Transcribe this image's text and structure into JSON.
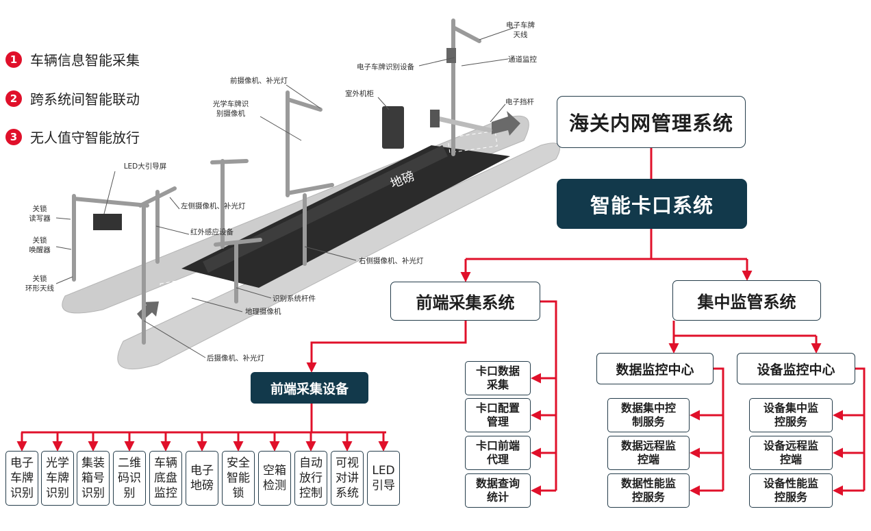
{
  "colors": {
    "accent": "#e0102a",
    "dark_node": "#12394b",
    "border": "#243c4a",
    "platform": "#cdcdcd",
    "road": "#2b2b2b"
  },
  "features": [
    {
      "number": "1",
      "label": "车辆信息智能采集"
    },
    {
      "number": "2",
      "label": "跨系统间智能联动"
    },
    {
      "number": "3",
      "label": "无人值守智能放行"
    }
  ],
  "scene": {
    "labels": {
      "antenna": "电子车牌\n天线",
      "plate_reader": "电子车牌识别设备",
      "channel_monitor": "通道监控",
      "front_camera": "前摄像机、补光灯",
      "optical_plate": "光学车牌识\n别摄像机",
      "cabinet": "室外机柜",
      "barrier": "电子挡杆",
      "led_screen": "LED大引导屏",
      "lock_reader": "关锁\n读写器",
      "lock_waker": "关锁\n唤醒器",
      "lock_antenna": "关锁\n环形天线",
      "left_camera": "左侧摄像机、补光灯",
      "infrared": "红外感应设备",
      "right_camera": "右侧摄像机、补光灯",
      "pole": "识别系统杆件",
      "ground_camera": "地理摄像机",
      "rear_camera": "后摄像机、补光灯",
      "scale": "地磅"
    }
  },
  "diagram": {
    "customs": "海关内网管理系统",
    "checkpoint": "智能卡口系统",
    "frontend": "前端采集系统",
    "central": "集中监管系统",
    "frontend_devices": "前端采集设备",
    "devices": [
      "电子\n车牌\n识别",
      "光学\n车牌\n识别",
      "集装\n箱号\n识别",
      "二维\n码识\n别",
      "车辆\n底盘\n监控",
      "电子\n地磅",
      "安全\n智能\n锁",
      "空箱\n检测",
      "自动\n放行\n控制",
      "可视\n对讲\n系统",
      "LED\n引导"
    ],
    "frontend_functions": [
      "卡口数据\n采集",
      "卡口配置\n管理",
      "卡口前端\n代理",
      "数据查询\n统计"
    ],
    "data_center": "数据监控中心",
    "device_center": "设备监控中心",
    "data_services": [
      "数据集中控\n制服务",
      "数据远程监\n控端",
      "数据性能监\n控服务"
    ],
    "device_services": [
      "设备集中监\n控服务",
      "设备远程监\n控端",
      "设备性能监\n控服务"
    ]
  }
}
